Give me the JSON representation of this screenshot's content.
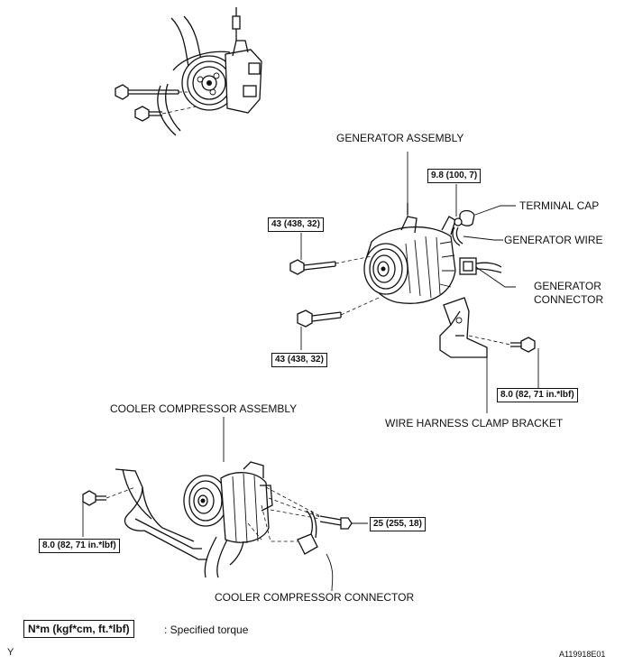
{
  "labels": {
    "generator_assembly": "GENERATOR ASSEMBLY",
    "terminal_cap": "TERMINAL CAP",
    "generator_wire": "GENERATOR WIRE",
    "generator_connector_1": "GENERATOR",
    "generator_connector_2": "CONNECTOR",
    "wire_harness_clamp_bracket": "WIRE HARNESS CLAMP BRACKET",
    "cooler_compressor_assembly": "COOLER COMPRESSOR ASSEMBLY",
    "cooler_compressor_connector": "COOLER COMPRESSOR CONNECTOR"
  },
  "torques": {
    "terminal_nut": "9.8 (100, 7)",
    "generator_upper_bolt": "43 (438, 32)",
    "generator_lower_bolt": "43 (438, 32)",
    "bracket_bolt": "8.0 (82, 71 in.*lbf)",
    "compressor_left_bolt": "8.0 (82, 71 in.*lbf)",
    "compressor_right_bolt": "25 (255, 18)"
  },
  "legend": {
    "unit": "N*m (kgf*cm, ft.*lbf)",
    "text": ": Specified torque"
  },
  "footer": {
    "left_mark": "Y",
    "figure_id": "A119918E01"
  }
}
